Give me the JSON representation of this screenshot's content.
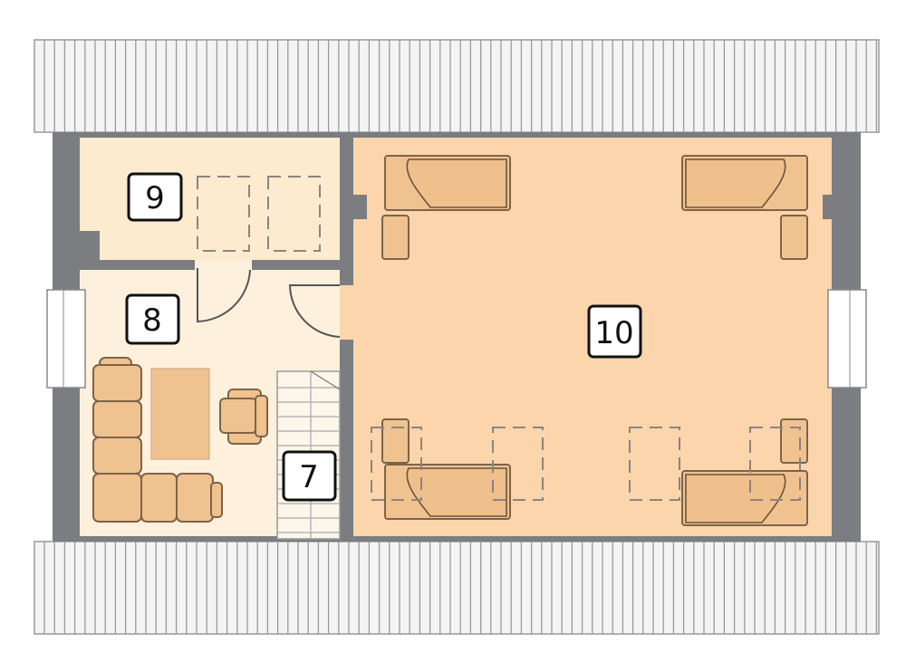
{
  "plan": {
    "rooms": [
      {
        "number": "9"
      },
      {
        "number": "8"
      },
      {
        "number": "7"
      },
      {
        "number": "10"
      }
    ]
  },
  "colors": {
    "wall": "#7b7d80",
    "room_light": "#fdeed8",
    "room_9": "#fcebcf",
    "room_10": "#fdd5ac",
    "furniture": "#f0c290",
    "roof": "#f4f4f4"
  }
}
